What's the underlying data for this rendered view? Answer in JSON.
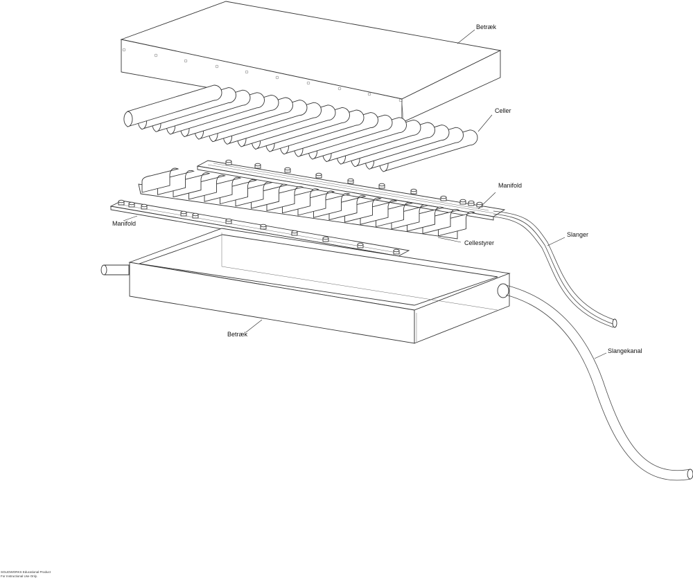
{
  "labels": {
    "cover_top": "Betræk",
    "cells": "Celler",
    "manifold_right": "Manifold",
    "manifold_left": "Manifold",
    "hoses": "Slanger",
    "cell_guides": "Cellestyrer",
    "cover_bottom": "Betræk",
    "hose_channel": "Slangekanal"
  },
  "watermark": {
    "line1": "SOLIDWORKS Educational Product",
    "line2": "For Instructional Use Only."
  }
}
